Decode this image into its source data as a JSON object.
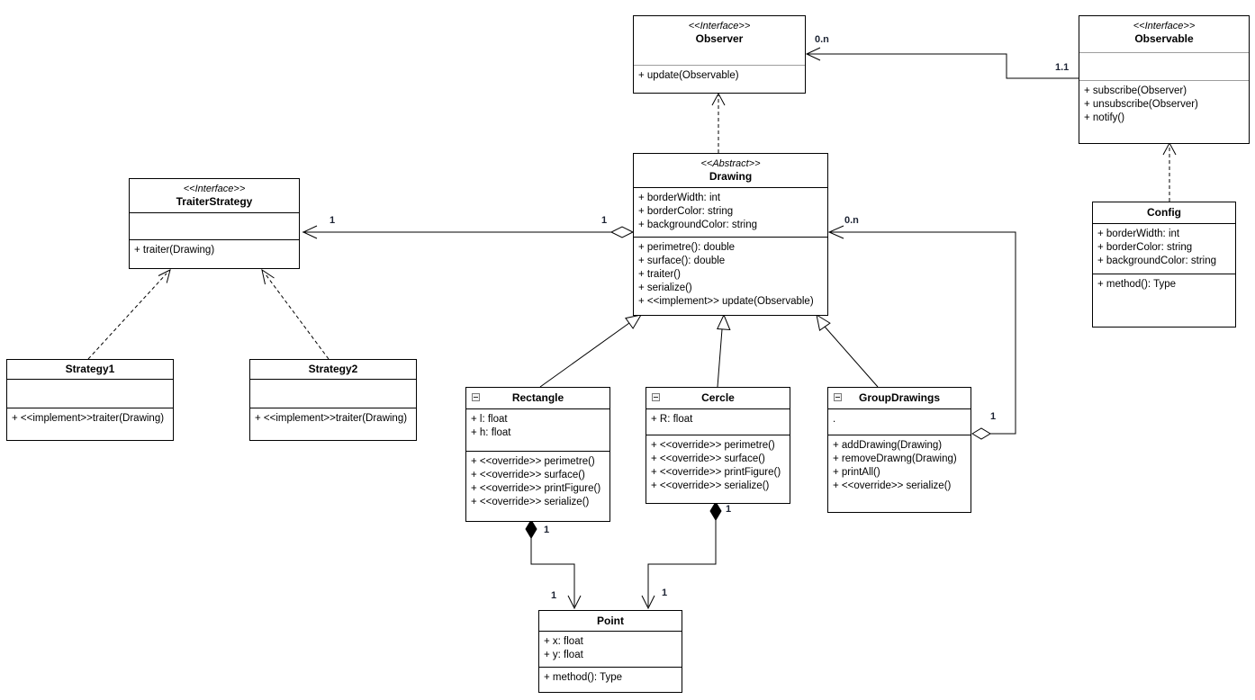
{
  "diagram": {
    "kind": "uml-class-diagram"
  },
  "classes": {
    "observer": {
      "stereotype": "<<Interface>>",
      "name": "Observer",
      "attributes": [],
      "methods": [
        "+ update(Observable)"
      ]
    },
    "observable": {
      "stereotype": "<<Interface>>",
      "name": "Observable",
      "attributes": [],
      "methods": [
        "+ subscribe(Observer)",
        "+ unsubscribe(Observer)",
        "+ notify()"
      ]
    },
    "traiterStrategy": {
      "stereotype": "<<Interface>>",
      "name": "TraiterStrategy",
      "attributes": [],
      "methods": [
        "+ traiter(Drawing)"
      ]
    },
    "drawing": {
      "stereotype": "<<Abstract>>",
      "name": "Drawing",
      "attributes": [
        "+ borderWidth: int",
        "+ borderColor: string",
        "+ backgroundColor: string"
      ],
      "methods": [
        "+ perimetre(): double",
        "+ surface(): double",
        "+ traiter()",
        "+ serialize()",
        "+ <<implement>> update(Observable)"
      ]
    },
    "config": {
      "name": "Config",
      "attributes": [
        "+ borderWidth: int",
        "+ borderColor: string",
        "+ backgroundColor: string"
      ],
      "methods": [
        "+ method(): Type"
      ]
    },
    "strategy1": {
      "name": "Strategy1",
      "attributes": [],
      "methods": [
        "+ <<implement>>traiter(Drawing)"
      ]
    },
    "strategy2": {
      "name": "Strategy2",
      "attributes": [],
      "methods": [
        "+ <<implement>>traiter(Drawing)"
      ]
    },
    "rectangle": {
      "name": "Rectangle",
      "attributes": [
        "+ l: float",
        "+ h: float"
      ],
      "methods": [
        "+ <<override>> perimetre()",
        "+ <<override>> surface()",
        "+ <<override>> printFigure()",
        "+ <<override>> serialize()"
      ]
    },
    "cercle": {
      "name": "Cercle",
      "attributes": [
        "+ R: float"
      ],
      "methods": [
        "+ <<override>> perimetre()",
        "+ <<override>> surface()",
        "+ <<override>> printFigure()",
        "+ <<override>> serialize()"
      ]
    },
    "groupDrawings": {
      "name": "GroupDrawings",
      "attributes": [
        "."
      ],
      "methods": [
        "+ addDrawing(Drawing)",
        "+ removeDrawng(Drawing)",
        "+ printAll()",
        "+ <<override>> serialize()"
      ]
    },
    "point": {
      "name": "Point",
      "attributes": [
        "+ x: float",
        "+ y: float"
      ],
      "methods": [
        "+ method(): Type"
      ]
    }
  },
  "relationships": [
    {
      "from": "Drawing",
      "to": "Observer",
      "type": "realization-dashed"
    },
    {
      "from": "Observable",
      "to": "Observer",
      "type": "association",
      "source_label": "1.1",
      "target_label": "0.n"
    },
    {
      "from": "Drawing",
      "to": "TraiterStrategy",
      "type": "aggregation",
      "source_label": "1",
      "target_label": "1"
    },
    {
      "from": "Strategy1",
      "to": "TraiterStrategy",
      "type": "realization-dashed"
    },
    {
      "from": "Strategy2",
      "to": "TraiterStrategy",
      "type": "realization-dashed"
    },
    {
      "from": "Rectangle",
      "to": "Drawing",
      "type": "generalization"
    },
    {
      "from": "Cercle",
      "to": "Drawing",
      "type": "generalization"
    },
    {
      "from": "GroupDrawings",
      "to": "Drawing",
      "type": "generalization"
    },
    {
      "from": "GroupDrawings",
      "to": "Drawing",
      "type": "aggregation",
      "source_label": "1",
      "target_label": "0.n"
    },
    {
      "from": "Rectangle",
      "to": "Point",
      "type": "composition",
      "source_label": "1",
      "target_label": "1"
    },
    {
      "from": "Cercle",
      "to": "Point",
      "type": "composition",
      "source_label": "1",
      "target_label": "1"
    },
    {
      "from": "Config",
      "to": "Observable",
      "type": "realization-dashed"
    }
  ],
  "icons": {
    "collapse": "minus-in-square"
  }
}
